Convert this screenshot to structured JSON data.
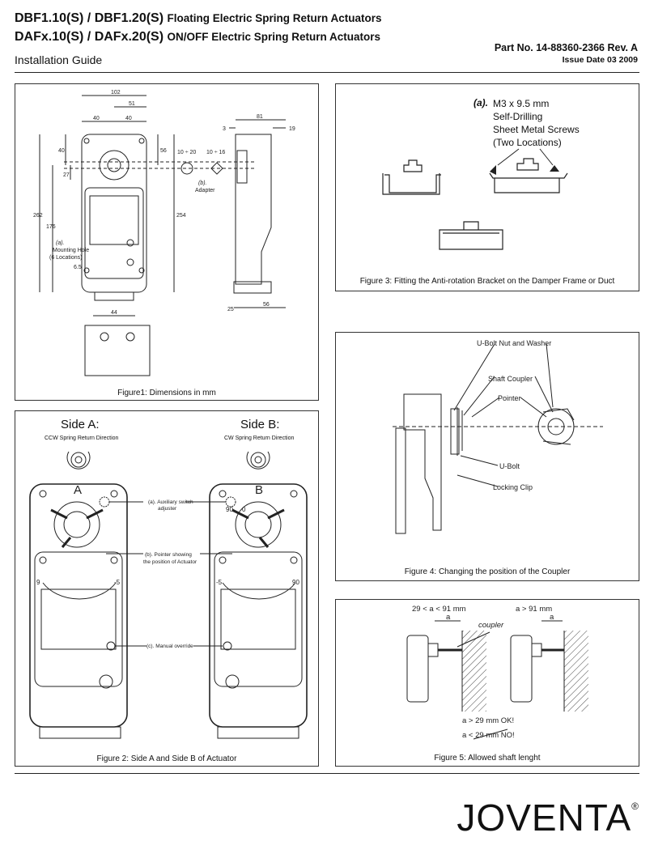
{
  "header": {
    "line1_model": "DBF1.10(S) / DBF1.20(S)",
    "line1_desc": "Floating Electric Spring Return Actuators",
    "line2_model": "DAFx.10(S) / DAFx.20(S)",
    "line2_desc": "ON/OFF Electric Spring Return Actuators",
    "guide": "Installation Guide",
    "part_no": "Part No. 14-88360-2366  Rev.  A",
    "issue_date": "Issue Date 03 2009"
  },
  "figure1": {
    "caption": "Figure1: Dimensions in mm",
    "dims": {
      "d102": "102",
      "d51": "51",
      "d40a": "40",
      "d40b": "40",
      "d81": "81",
      "d3": "3",
      "d19": "19",
      "d40c": "40",
      "d27": "27",
      "d56": "56",
      "d262": "262",
      "d176": "176",
      "d254": "254",
      "d10_20": "10 ÷ 20",
      "d10_16": "10 ÷ 16",
      "d6_5": "6.5",
      "d44": "44",
      "d25": "25",
      "d56b": "56"
    },
    "label_b": "(b).",
    "label_adapter": "Adapter",
    "label_a": "(a).",
    "label_mount1": "Mounting Hole",
    "label_mount2": "(6 Locations)"
  },
  "figure2": {
    "caption": "Figure 2: Side A and Side B of Actuator",
    "side_a": "Side A:",
    "side_b": "Side B:",
    "ccw": "CCW Spring Return Direction",
    "cw": "CW Spring Return Direction",
    "letter_a": "A",
    "letter_b": "B",
    "aux1": "(a). Auxiliary switch",
    "aux2": "adjuster",
    "ptr1": "(b). Pointer showing",
    "ptr2": "the position of Actuator",
    "manual": "(c). Manual override",
    "scale_a_left": "9",
    "scale_a_right": "-5",
    "scale_b_left": "-5",
    "scale_b_right": "90",
    "b_90": "90",
    "b_0": "0"
  },
  "figure3": {
    "caption": "Figure 3: Fitting the Anti-rotation Bracket on the Damper Frame or Duct",
    "label_a": "(a).",
    "line1": "M3 x 9.5 mm",
    "line2": "Self-Drilling",
    "line3": "Sheet Metal Screws",
    "line4": "(Two Locations)"
  },
  "figure4": {
    "caption": "Figure 4: Changing the position of the Coupler",
    "ubolt_nut": "U-Bolt Nut and Washer",
    "shaft_coupler": "Shaft Coupler",
    "pointer": "Pointer",
    "ubolt": "U-Bolt",
    "locking_clip": "Locking Clip"
  },
  "figure5": {
    "caption": "Figure 5: Allowed shaft lenght",
    "range1": "29 < a < 91 mm",
    "range2": "a > 91 mm",
    "a": "a",
    "coupler": "coupler",
    "ok": "a > 29 mm OK!",
    "no": "a < 29 mm NO!"
  },
  "logo": {
    "text": "JOVENTA",
    "reg": "®"
  }
}
